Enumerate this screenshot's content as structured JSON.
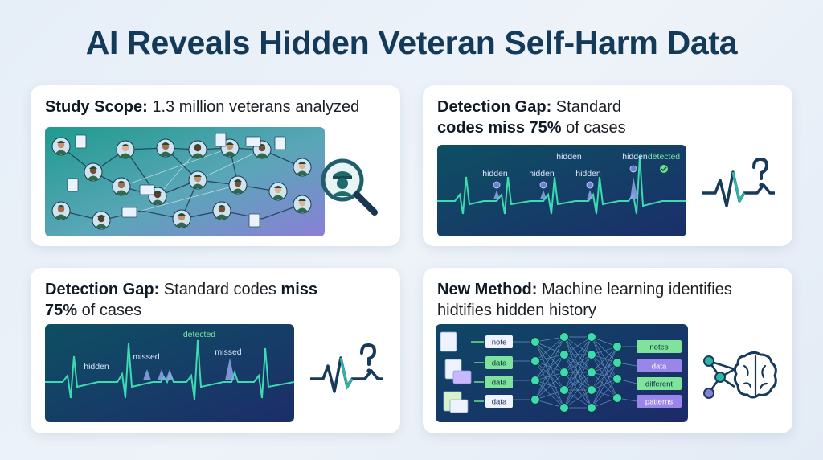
{
  "title": "AI Reveals Hidden Veteran Self-Harm Data",
  "cards": [
    {
      "heading_bold": "Study Scope:",
      "heading_text": " 1.3 million veterans analyzed",
      "side_icon": "magnifier-officer-icon"
    },
    {
      "heading_bold": "Detection Gap:",
      "heading_text_1": " Standard",
      "heading_bold_2": "codes miss 75%",
      "heading_text_2": " of cases",
      "wave_labels": [
        "hidden",
        "hidden",
        "hidden",
        "hidden",
        "hidden",
        "detected"
      ],
      "side_icon": "heartbeat-question-icon"
    },
    {
      "heading_bold": "Detection Gap:",
      "heading_text_1": " Standard codes ",
      "heading_bold_2": "miss",
      "heading_bold_3": "75%",
      "heading_text_2": " of cases",
      "wave_labels": [
        "hidden",
        "missed",
        "detected",
        "missed"
      ],
      "side_icon": "heartbeat-question-icon"
    },
    {
      "heading_bold": "New Method:",
      "heading_text_1": " Machine learning identifies",
      "heading_text_2": "hidtifies hidden history",
      "input_labels": [
        "note",
        "data",
        "data",
        "data"
      ],
      "output_labels": [
        "notes",
        "data",
        "different",
        "patterns"
      ],
      "side_icon": "brain-network-icon"
    }
  ],
  "colors": {
    "title": "#143a5a",
    "wave": "#3ddbb0",
    "panel_dark": "#0f2f5c",
    "accent_green": "#6ee08a",
    "accent_purple": "#9a86e8"
  }
}
